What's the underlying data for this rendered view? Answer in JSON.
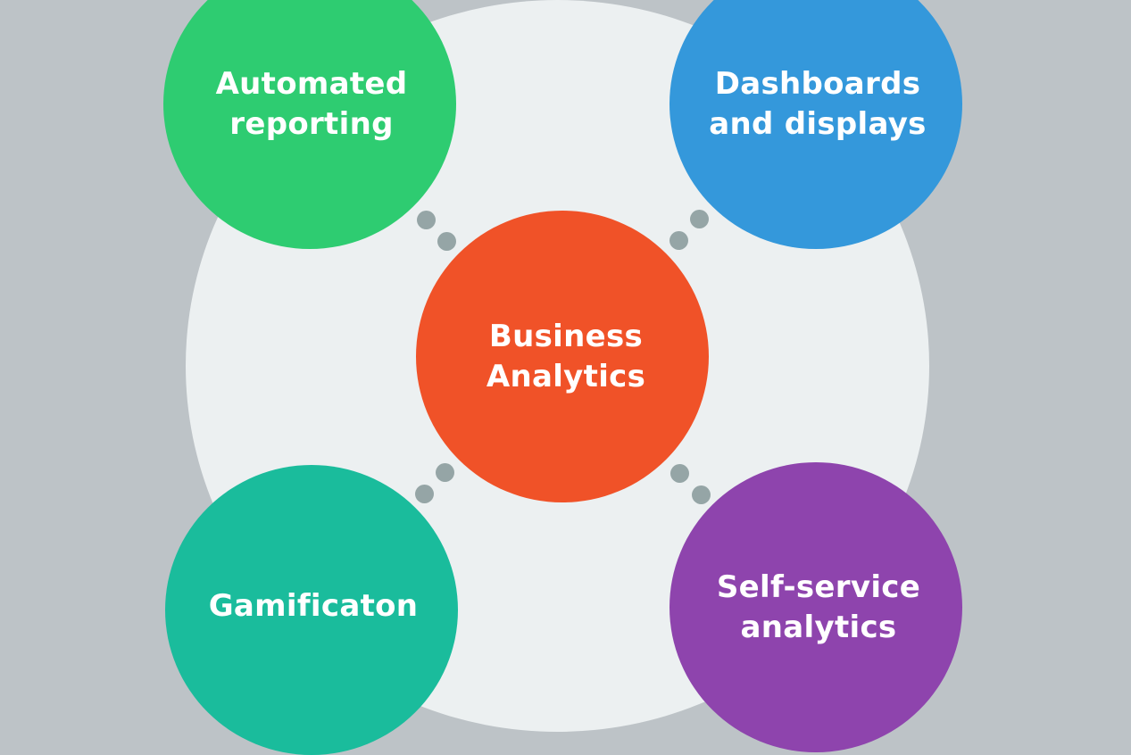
{
  "colors": {
    "page_background": "#BDC3C7",
    "backdrop": "#ECF0F1",
    "connector_dots": "#95A5A6",
    "text": "#FFFFFF"
  },
  "diagram": {
    "center": {
      "label": "Business\nAnalytics",
      "color": "#F05228"
    },
    "nodes": [
      {
        "id": "automated-reporting",
        "label": "Automated\nreporting",
        "color": "#2ECC71"
      },
      {
        "id": "dashboards-and-displays",
        "label": "Dashboards\nand displays",
        "color": "#3498DB"
      },
      {
        "id": "gamification",
        "label": "Gamificaton",
        "color": "#1ABC9C"
      },
      {
        "id": "self-service-analytics",
        "label": "Self-service\nanalytics",
        "color": "#8E44AD"
      }
    ]
  }
}
